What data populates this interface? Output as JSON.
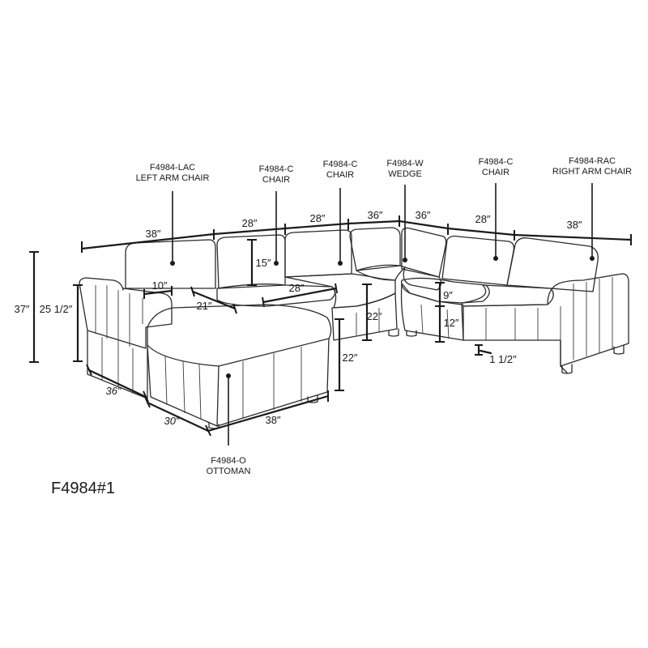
{
  "modules": {
    "lac": {
      "code": "F4984-LAC",
      "name": "LEFT ARM CHAIR"
    },
    "c1": {
      "code": "F4984-C",
      "name": "CHAIR"
    },
    "c2": {
      "code": "F4984-C",
      "name": "CHAIR"
    },
    "w": {
      "code": "F4984-W",
      "name": "WEDGE"
    },
    "c3": {
      "code": "F4984-C",
      "name": "CHAIR"
    },
    "rac": {
      "code": "F4984-RAC",
      "name": "RIGHT ARM CHAIR"
    },
    "o": {
      "code": "F4984-O",
      "name": "OTTOMAN"
    }
  },
  "dimensions": {
    "lac_width": "38″",
    "c1_width": "28″",
    "c2_width": "28″",
    "w_left": "36″",
    "w_right": "36″",
    "c3_width": "28″",
    "rac_width": "38″",
    "total_height": "37″",
    "arm_height": "25 1/2″",
    "depth": "36″",
    "arm_width": "10″",
    "back_height": "15″",
    "seat_depth": "21″",
    "seat_width": "28″",
    "seat_height_chair": "22″",
    "cushion": "9″",
    "seat_base": "12″",
    "leg": "1 1/2″",
    "ottoman_height": "22″",
    "ottoman_depth": "30″",
    "ottoman_width": "38″"
  },
  "set_code": "F4984#1"
}
